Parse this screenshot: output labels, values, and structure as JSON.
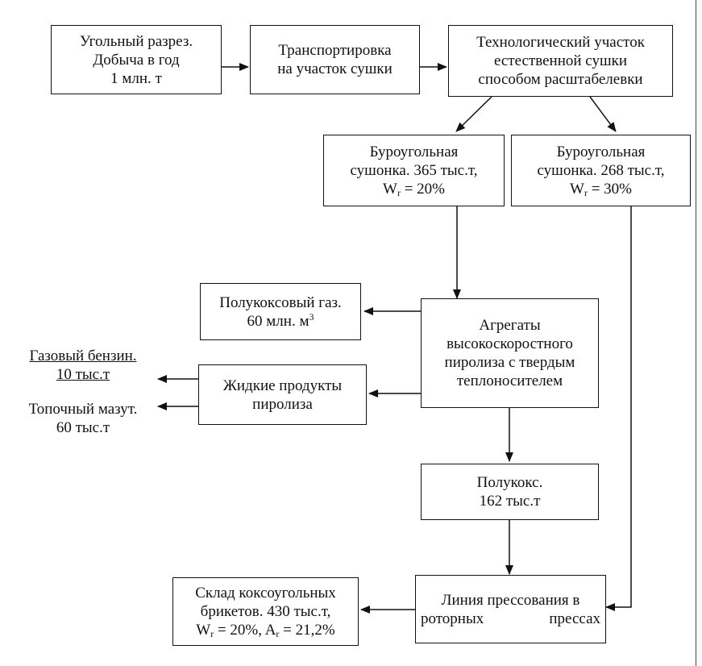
{
  "nodes": {
    "mine": {
      "lines": [
        "Угольный разрез.",
        "Добыча в год",
        "1 млн. т"
      ]
    },
    "transport": {
      "lines": [
        "Транспортировка",
        "на участок сушки"
      ]
    },
    "drying": {
      "lines": [
        "Технологический участок",
        "естественной сушки",
        "способом расштабелевки"
      ]
    },
    "dried20": {
      "line1": "Буроугольная",
      "line2": "сушонка. 365 тыс.т,",
      "w": "W",
      "w_sub": "r",
      "w_rest": " = 20%"
    },
    "dried30": {
      "line1": "Буроугольная",
      "line2": "сушонка. 268 тыс.т,",
      "w": "W",
      "w_sub": "r",
      "w_rest": " = 30%"
    },
    "gas": {
      "line1": "Полукоксовый газ.",
      "line2": "60 млн. м",
      "sup": "3"
    },
    "pyrolysis": {
      "lines": [
        "Агрегаты",
        "высокоскоростного",
        "пиролиза с твердым",
        "теплоносителем"
      ]
    },
    "liquid": {
      "lines": [
        "Жидкие продукты",
        "пиролиза"
      ]
    },
    "semicoke": {
      "lines": [
        "Полукокс.",
        "162 тыс.т"
      ]
    },
    "press": {
      "line1": "Линия прессования в",
      "line2": "роторных прессах"
    },
    "storage": {
      "line1": "Склад коксоугольных",
      "line2": "брикетов. 430 тыс.т,",
      "w": "W",
      "w_sub": "r",
      "w_rest": " = 20%, A",
      "a_sub": "r",
      "a_rest": " = 21,2%"
    }
  },
  "outputs": {
    "gasoline": {
      "line1": "Газовый бензин.",
      "line2": "10 тыс.т"
    },
    "fuel_oil": {
      "line1": "Топочный мазут.",
      "line2": "60 тыс.т"
    }
  }
}
